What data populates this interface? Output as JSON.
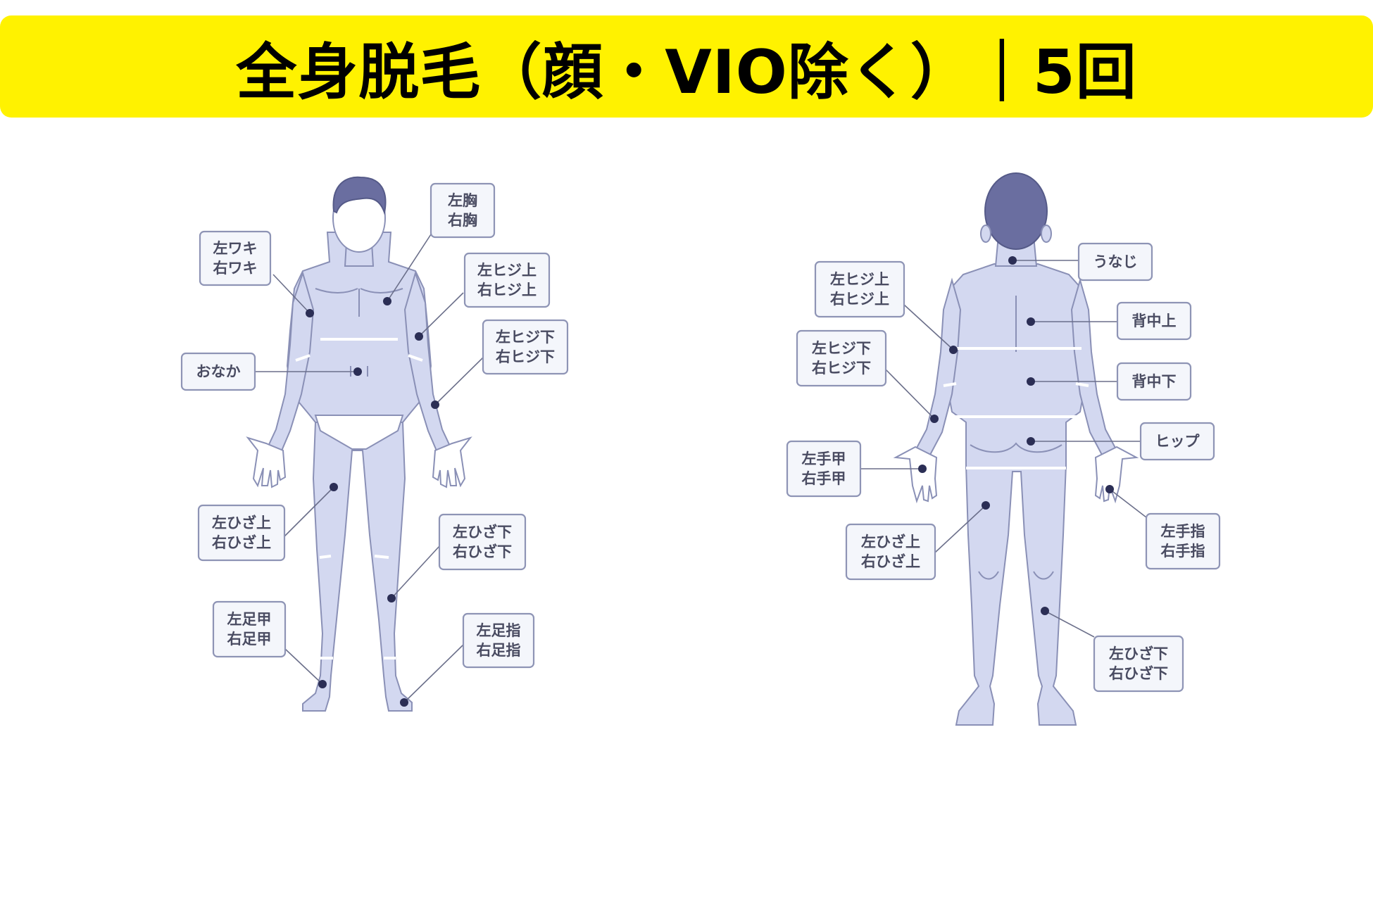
{
  "header": {
    "title": "全身脱毛（顔・VIO除く）｜5回",
    "background": "#fff200"
  },
  "front": {
    "labels": [
      {
        "lines": [
          "左胸",
          "右胸"
        ]
      },
      {
        "lines": [
          "左ワキ",
          "右ワキ"
        ]
      },
      {
        "lines": [
          "左ヒジ上",
          "右ヒジ上"
        ]
      },
      {
        "lines": [
          "おなか"
        ]
      },
      {
        "lines": [
          "左ヒジ下",
          "右ヒジ下"
        ]
      },
      {
        "lines": [
          "左ひざ上",
          "右ひざ上"
        ]
      },
      {
        "lines": [
          "左ひざ下",
          "右ひざ下"
        ]
      },
      {
        "lines": [
          "左足甲",
          "右足甲"
        ]
      },
      {
        "lines": [
          "左足指",
          "右足指"
        ]
      }
    ]
  },
  "back": {
    "labels": [
      {
        "lines": [
          "うなじ"
        ]
      },
      {
        "lines": [
          "左ヒジ上",
          "右ヒジ上"
        ]
      },
      {
        "lines": [
          "背中上"
        ]
      },
      {
        "lines": [
          "左ヒジ下",
          "右ヒジ下"
        ]
      },
      {
        "lines": [
          "背中下"
        ]
      },
      {
        "lines": [
          "ヒップ"
        ]
      },
      {
        "lines": [
          "左手甲",
          "右手甲"
        ]
      },
      {
        "lines": [
          "左手指",
          "右手指"
        ]
      },
      {
        "lines": [
          "左ひざ上",
          "右ひざ上"
        ]
      },
      {
        "lines": [
          "左ひざ下",
          "右ひざ下"
        ]
      }
    ]
  },
  "colors": {
    "body_fill": "#d3d8f0",
    "outline": "#8a90b6",
    "hair": "#6a6ea0",
    "label_border": "#8e94b5",
    "marker": "#2b2e55"
  }
}
